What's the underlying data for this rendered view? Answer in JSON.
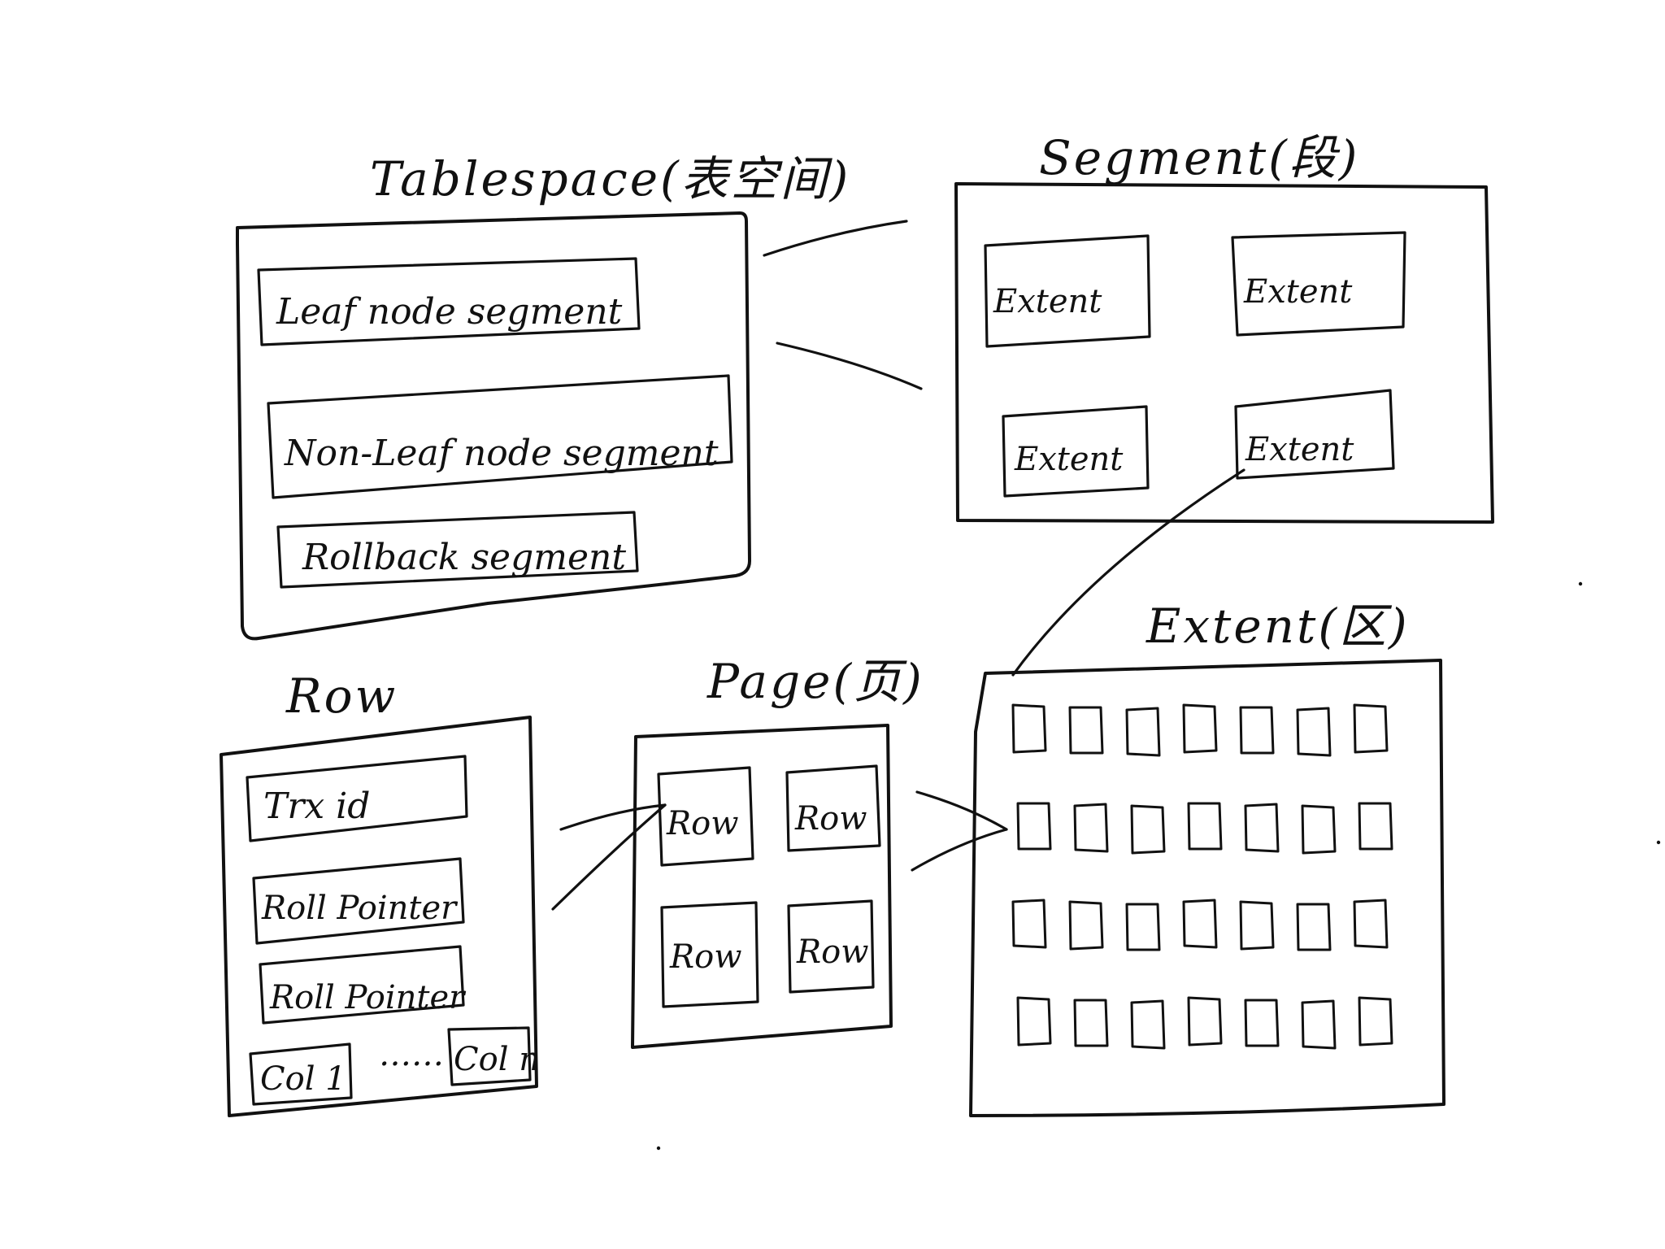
{
  "tablespace": {
    "title": "Tablespace(表空间)",
    "segments": [
      "Leaf node segment",
      "Non-Leaf node segment",
      "Rollback segment"
    ]
  },
  "segment": {
    "title": "Segment(段)",
    "extents": [
      "Extent",
      "Extent",
      "Extent",
      "Extent"
    ]
  },
  "extent": {
    "title": "Extent(区)",
    "page_rows": 4,
    "page_cols": 7
  },
  "page": {
    "title": "Page(页)",
    "rows": [
      "Row",
      "Row",
      "Row",
      "Row"
    ]
  },
  "row": {
    "title": "Row",
    "fields": [
      "Trx id",
      "Roll Pointer",
      "Roll Pointer"
    ],
    "col_first": "Col 1",
    "ellipsis": "……",
    "col_last": "Col n"
  }
}
